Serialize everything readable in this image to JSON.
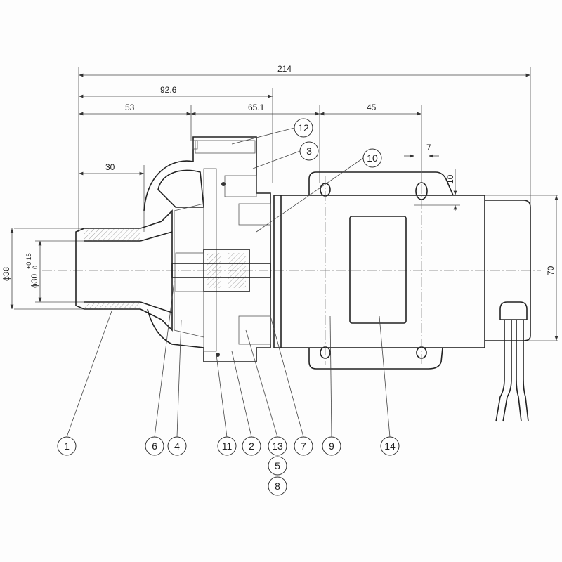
{
  "dimensions": {
    "overall_length": "214",
    "to_shaft_seal": "92.6",
    "inlet_to_housing": "53",
    "housing_to_flange": "65.1",
    "flange_hole_spacing": "45",
    "inlet_length": "30",
    "slot_width": "7",
    "slot_length": "10",
    "motor_height": "70",
    "outer_diameter": "ϕ38",
    "inner_diameter": "ϕ30",
    "inner_tol_upper": "+0.15",
    "inner_tol_lower": "0"
  },
  "callouts": {
    "c1": "1",
    "c6": "6",
    "c4": "4",
    "c11": "11",
    "c2": "2",
    "c13": "13",
    "c5": "5",
    "c8": "8",
    "c7": "7",
    "c9": "9",
    "c14": "14",
    "c12": "12",
    "c3": "3",
    "c10": "10"
  }
}
